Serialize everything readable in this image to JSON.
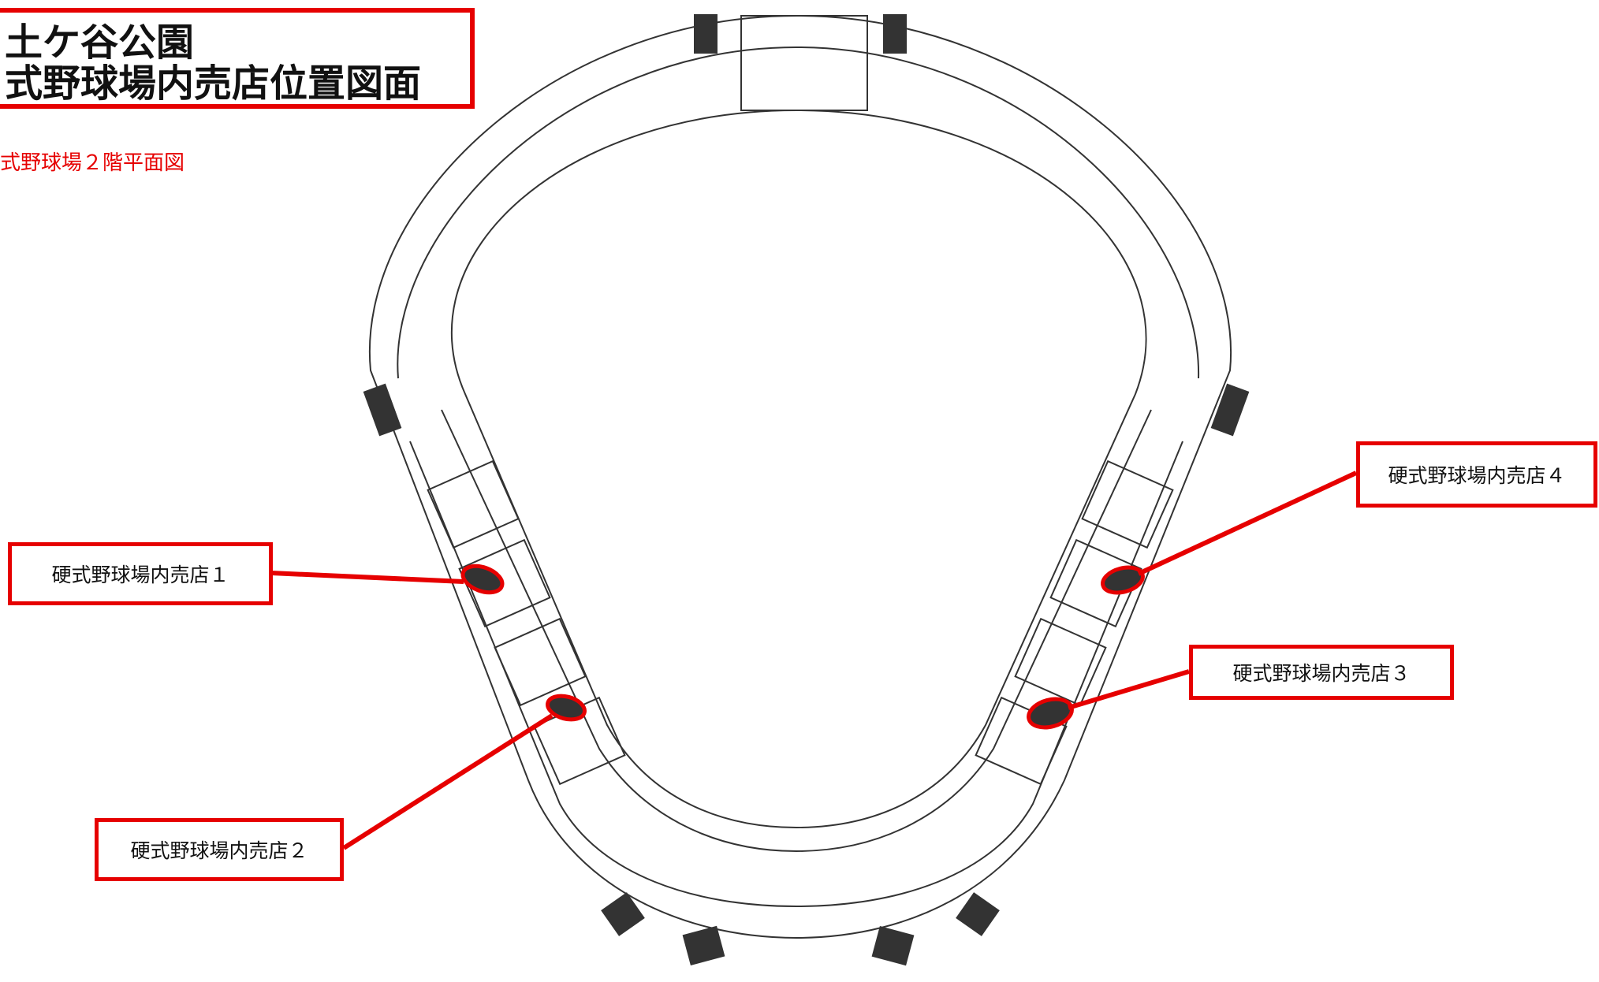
{
  "title": {
    "line1": "土ケ谷公園",
    "line2": "式野球場内売店位置図面"
  },
  "subtitle": "式野球場２階平面図",
  "stores": [
    {
      "label": "硬式野球場内売店１"
    },
    {
      "label": "硬式野球場内売店２"
    },
    {
      "label": "硬式野球場内売店３"
    },
    {
      "label": "硬式野球場内売店４"
    }
  ],
  "colors": {
    "accent": "#e60000",
    "line": "#333333",
    "background": "#ffffff"
  }
}
